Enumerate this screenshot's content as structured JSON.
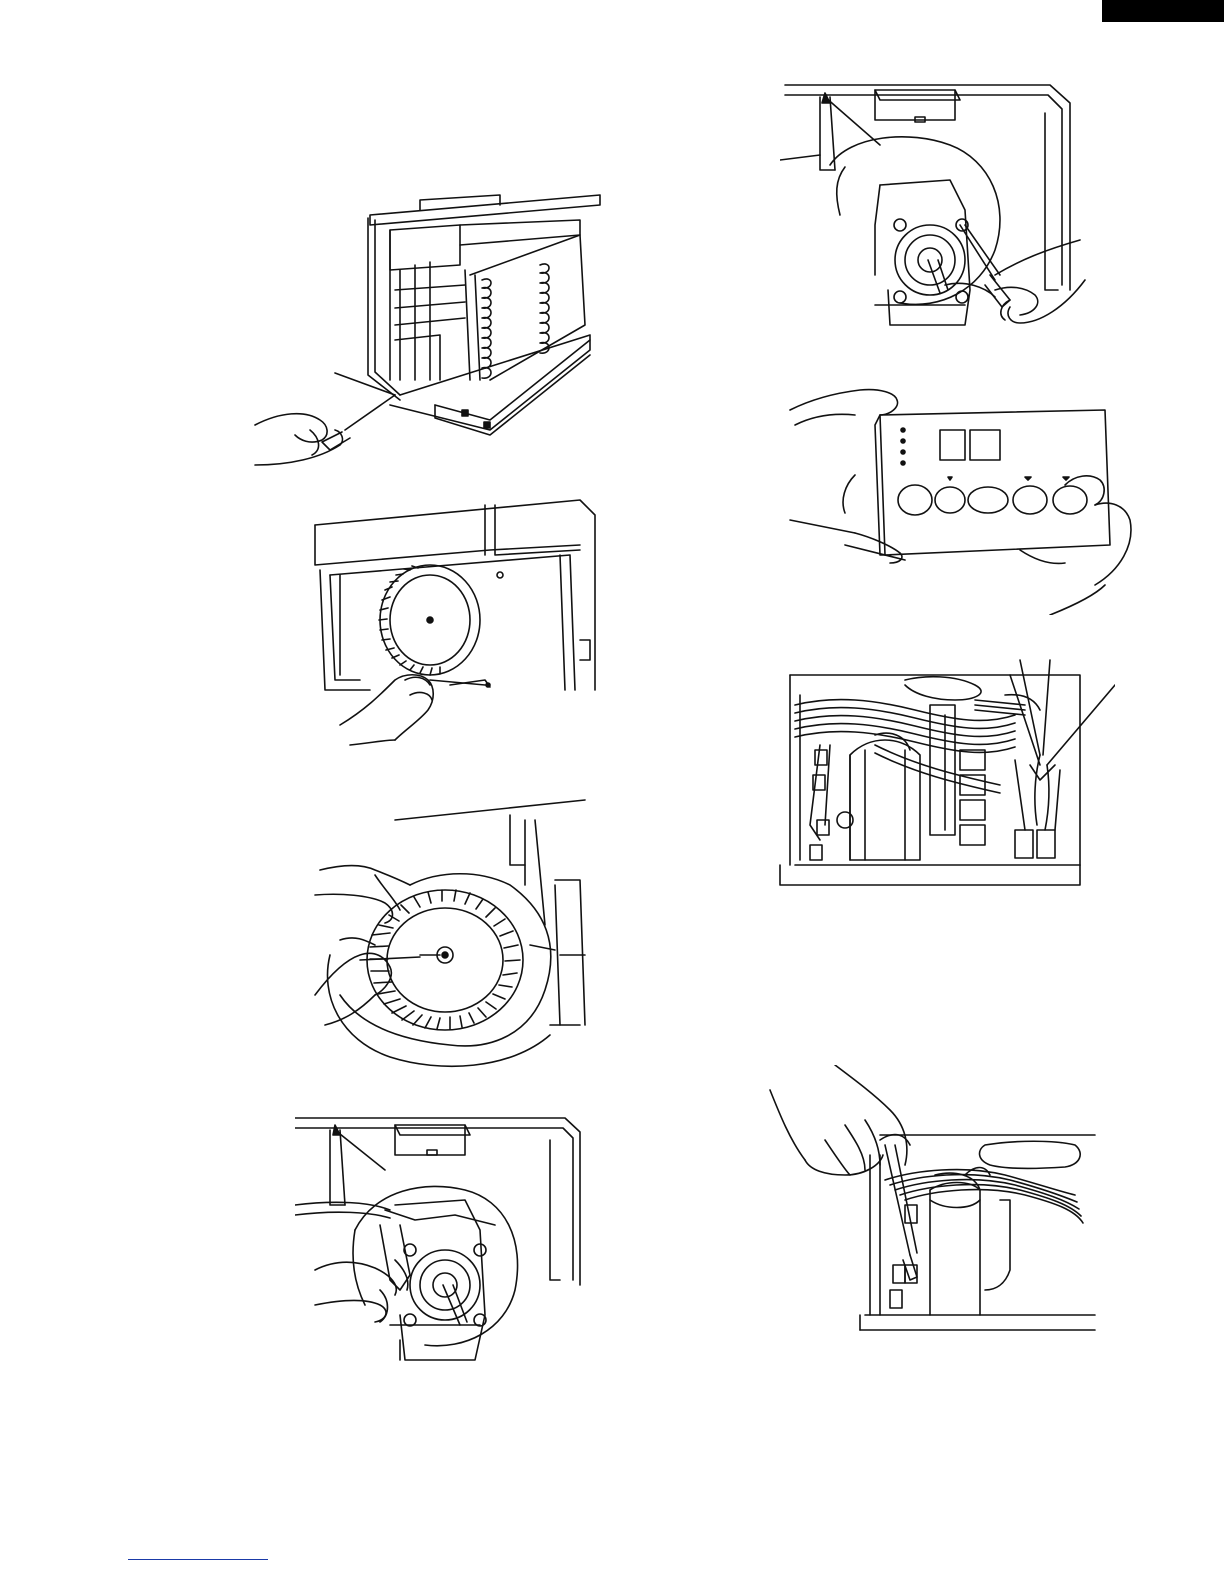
{
  "page": {
    "header_tab_color": "#000000",
    "footer_rule_color": "#1a3aa8"
  },
  "figures": [
    {
      "id": "fig-1",
      "subject": "cabinet-front-screw-removal"
    },
    {
      "id": "fig-2",
      "subject": "blower-housing-screw-removal"
    },
    {
      "id": "fig-3",
      "subject": "blower-wheel-removal"
    },
    {
      "id": "fig-4",
      "subject": "fan-motor-wire-disconnect"
    },
    {
      "id": "fig-5",
      "subject": "fan-motor-mount-screws"
    },
    {
      "id": "fig-6",
      "subject": "control-panel-removal"
    },
    {
      "id": "fig-7",
      "subject": "control-box-connector-removal"
    },
    {
      "id": "fig-8",
      "subject": "capacitor-lead-removal"
    }
  ]
}
